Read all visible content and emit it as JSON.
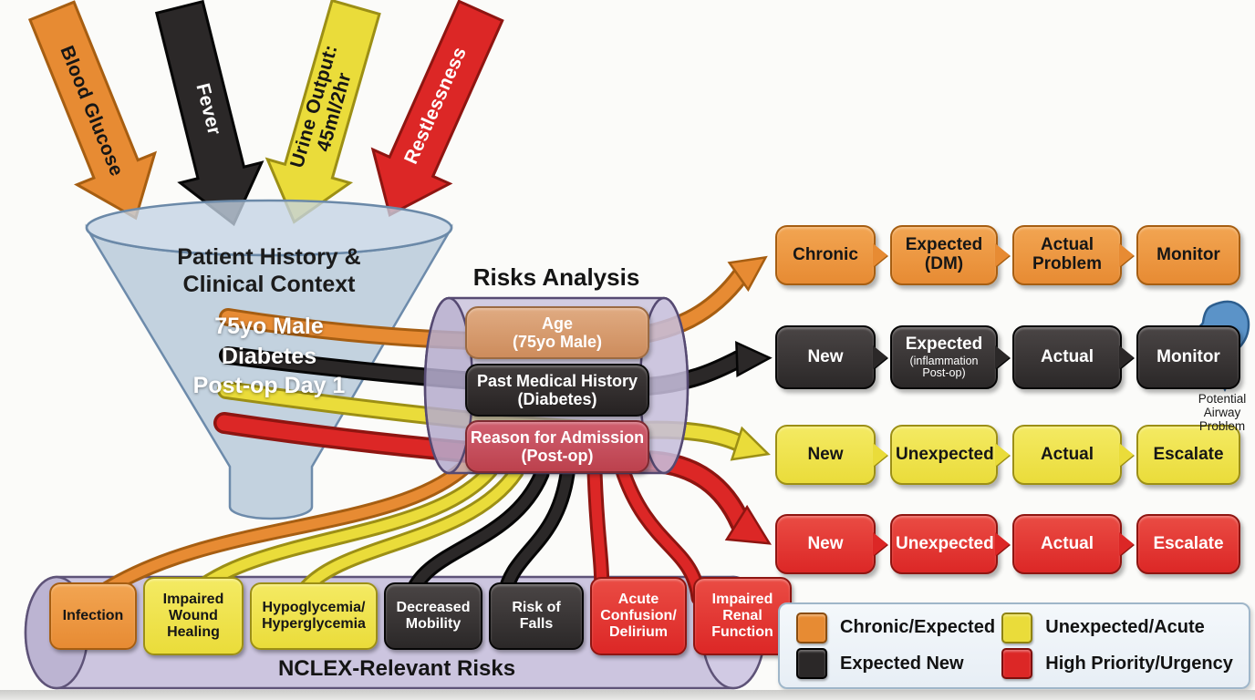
{
  "palette": {
    "orange": "#E78B33",
    "orange_dark": "#A65E12",
    "black": "#2B2828",
    "black_dark": "#060606",
    "yellow": "#EADC3A",
    "yellow_dark": "#9C8F15",
    "red": "#DC2726",
    "red_dark": "#8E1511",
    "funnel_blue": "#AEC2D6",
    "cylinder_purple": "#C6BEDC",
    "age_tan": "#D89B6F",
    "admission_red": "#C64C57",
    "airway_blue": "#5B93C8"
  },
  "input_arrows": [
    {
      "label": "Blood Glucose",
      "color": "#E78B33"
    },
    {
      "label": "Fever",
      "color": "#2B2828"
    },
    {
      "label": "Urine Output: 45ml/2hr",
      "color": "#EADC3A"
    },
    {
      "label": "Restlessness",
      "color": "#DC2726"
    }
  ],
  "funnel": {
    "title": "Patient History & Clinical Context",
    "details": [
      "75yo Male",
      "Diabetes",
      "Post-op Day 1"
    ]
  },
  "risks_analysis": {
    "title": "Risks Analysis",
    "items": [
      {
        "label": "Age",
        "sub": "(75yo Male)"
      },
      {
        "label": "Past Medical History",
        "sub": "(Diabetes)"
      },
      {
        "label": "Reason for Admission",
        "sub": "(Post-op)"
      }
    ]
  },
  "flow_rows": [
    {
      "name": "chronic-expected",
      "color": "#E78B33",
      "boxes": [
        {
          "label": "Chronic"
        },
        {
          "label": "Expected (DM)"
        },
        {
          "label": "Actual Problem"
        },
        {
          "label": "Monitor"
        }
      ]
    },
    {
      "name": "expected-new",
      "color": "#2B2828",
      "boxes": [
        {
          "label": "New"
        },
        {
          "label": "Expected",
          "sub": "(inflammation Post-op)"
        },
        {
          "label": "Actual"
        },
        {
          "label": "Monitor"
        }
      ]
    },
    {
      "name": "unexpected-acute",
      "color": "#EADC3A",
      "boxes": [
        {
          "label": "New"
        },
        {
          "label": "Unexpected"
        },
        {
          "label": "Actual"
        },
        {
          "label": "Escalate"
        }
      ]
    },
    {
      "name": "high-priority",
      "color": "#DC2726",
      "boxes": [
        {
          "label": "New"
        },
        {
          "label": "Unexpected"
        },
        {
          "label": "Actual"
        },
        {
          "label": "Escalate"
        }
      ]
    }
  ],
  "airway_note": "Potential Airway Problem",
  "nclex": {
    "title": "NCLEX-Relevant Risks",
    "items": [
      {
        "label": "Infection",
        "category": "chronic-expected"
      },
      {
        "label": "Impaired Wound Healing",
        "category": "unexpected-acute"
      },
      {
        "label": "Hypoglycemia/ Hyperglycemia",
        "category": "unexpected-acute"
      },
      {
        "label": "Decreased Mobility",
        "category": "expected-new"
      },
      {
        "label": "Risk of Falls",
        "category": "expected-new"
      },
      {
        "label": "Acute Confusion/ Delirium",
        "category": "high-priority"
      },
      {
        "label": "Impaired Renal Function",
        "category": "high-priority"
      }
    ]
  },
  "legend": {
    "items": [
      {
        "label": "Chronic/Expected",
        "color": "#E78B33"
      },
      {
        "label": "Unexpected/Acute",
        "color": "#EADC3A"
      },
      {
        "label": "Expected New",
        "color": "#2B2828"
      },
      {
        "label": "High Priority/Urgency",
        "color": "#DC2726"
      }
    ]
  }
}
